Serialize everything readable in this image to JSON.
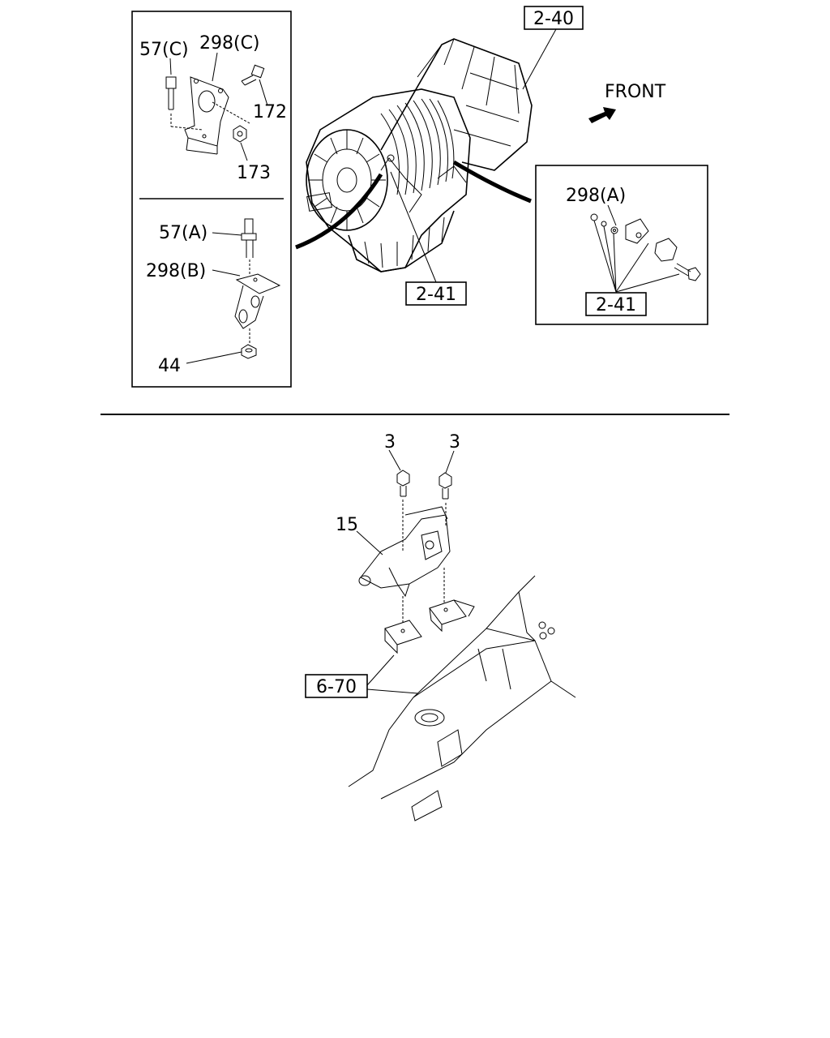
{
  "diagram": {
    "direction_label": "FRONT",
    "callouts": {
      "ref_2_40": "2-40",
      "ref_2_41_main": "2-41",
      "ref_2_41_inset": "2-41",
      "ref_6_70": "6-70"
    },
    "inset_top_left": {
      "part_57c": "57(C)",
      "part_298c": "298(C)",
      "part_172": "172",
      "part_173": "173",
      "part_57a": "57(A)",
      "part_298b": "298(B)",
      "part_44": "44"
    },
    "inset_right": {
      "part_298a": "298(A)"
    },
    "lower": {
      "part_3_left": "3",
      "part_3_right": "3",
      "part_15": "15"
    }
  }
}
